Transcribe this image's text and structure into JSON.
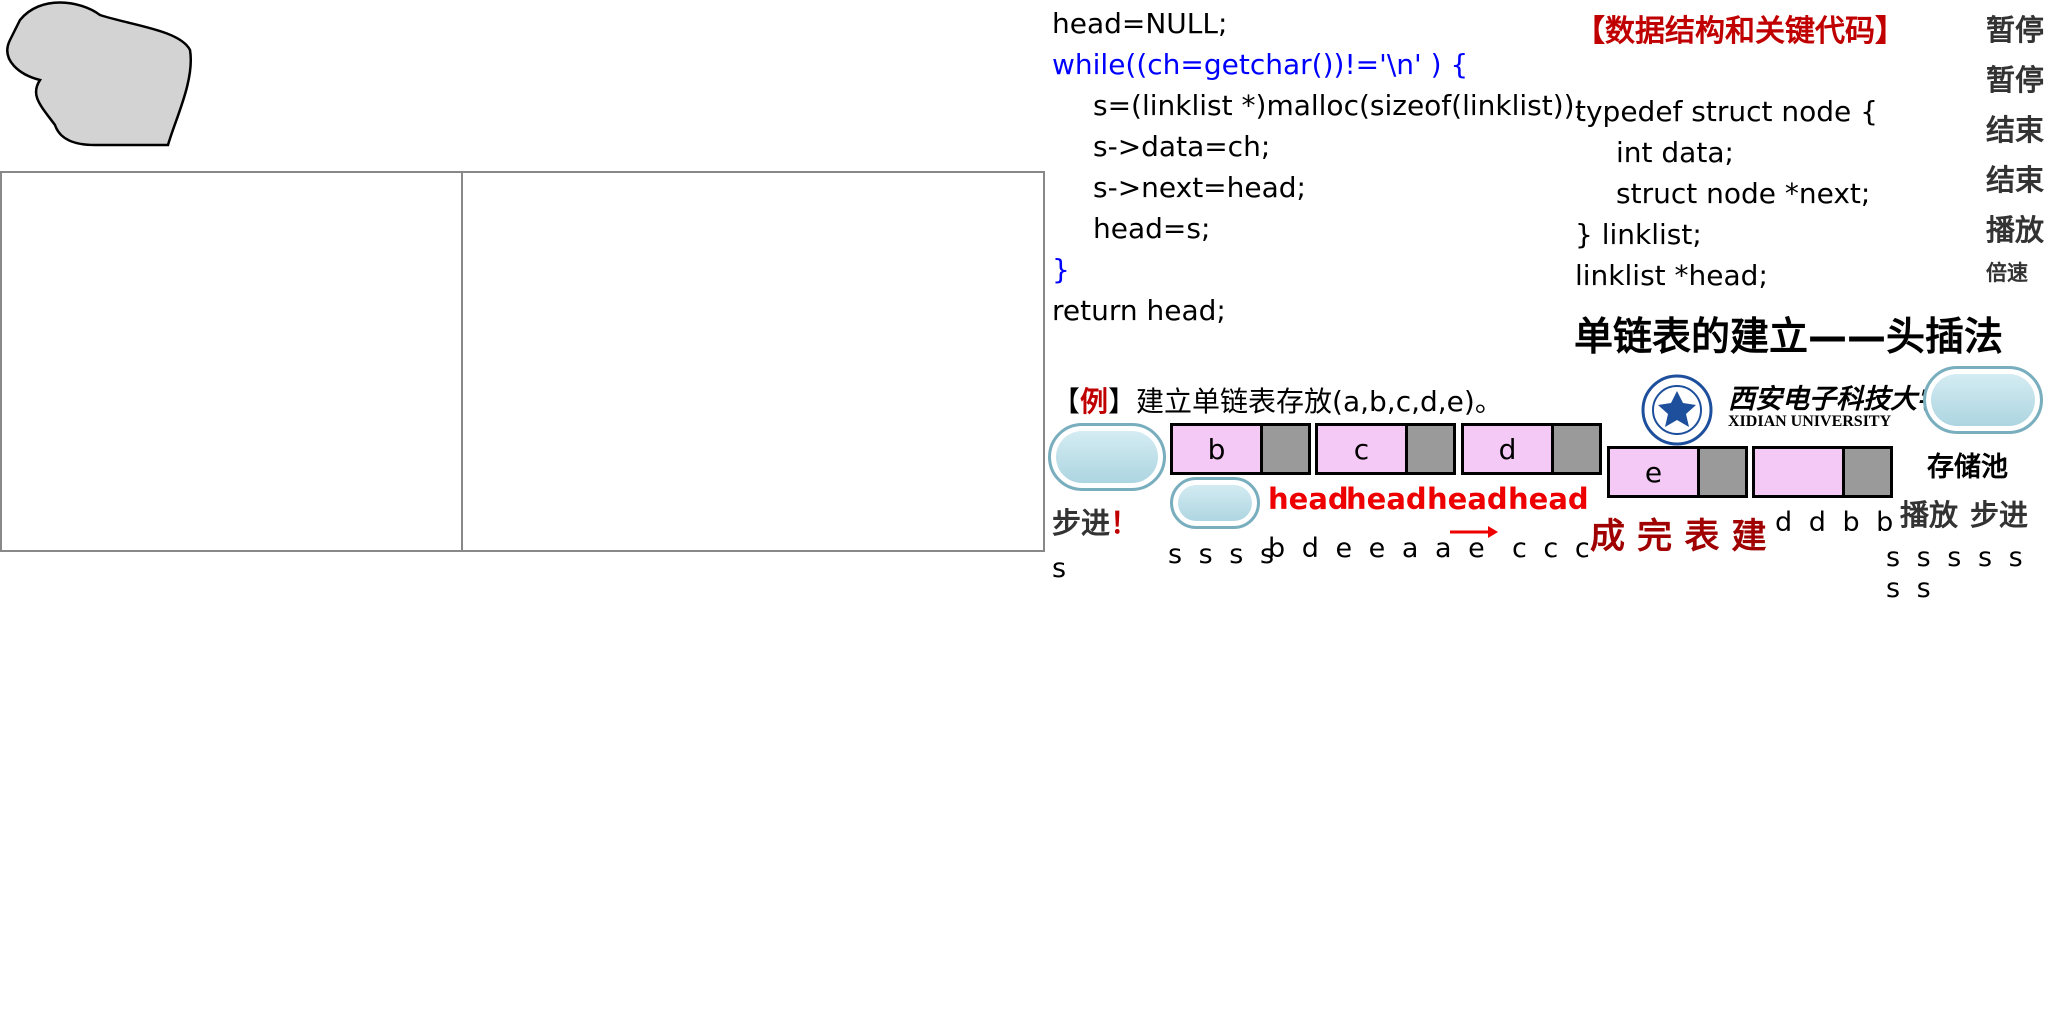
{
  "code_left": {
    "line1": "head=NULL;",
    "line2": "while((ch=getchar())!='\\n' )  {",
    "line3": "s=(linklist *)malloc(sizeof(linklist));",
    "line4": "s->data=ch;",
    "line5": "s->next=head;",
    "line6": "head=s;",
    "line7": "}",
    "line8": "return head;"
  },
  "code_right": {
    "title": "【数据结构和关键代码】",
    "line1": "typedef struct node {",
    "line2": "int data;",
    "line3": "struct node *next;",
    "line4": "} linklist;",
    "line5": "linklist *head;"
  },
  "controls": {
    "pause1": "暂停",
    "pause2": "暂停",
    "end1": "结束",
    "end2": "结束",
    "play": "播放",
    "speed": "倍速",
    "storage_pool": "存储池",
    "play2": "播放",
    "step2": "步进"
  },
  "heading": "单链表的建立——头插法",
  "example": {
    "bracket_open": "【",
    "label": "例",
    "bracket_close": "】",
    "text": "建立单链表存放(a,b,c,d,e)。"
  },
  "step": {
    "label": "步进",
    "mark": "！"
  },
  "nodes": [
    "b",
    "c",
    "d",
    "e",
    ""
  ],
  "head_labels": [
    "head",
    "head",
    "head",
    "head"
  ],
  "complete_text": "成 完 表 建",
  "letters": {
    "s_single": "s",
    "s_row1": "s s s s",
    "row_bdeeaae": "b d e e a a e",
    "row_ccc": "c c c",
    "row_ddbb": "d d b b",
    "s_row2": "s s s s s s s"
  },
  "logo": {
    "name_cn": "西安电子科技大学",
    "name_en": "XIDIAN UNIVERSITY"
  },
  "colors": {
    "keyword_blue": "#0000ff",
    "title_red": "#c00000",
    "head_red": "#ee0000",
    "node_pink": "#f5c9f5",
    "pointer_gray": "#9a9a9a",
    "pill_blue": "#a9d3df"
  }
}
